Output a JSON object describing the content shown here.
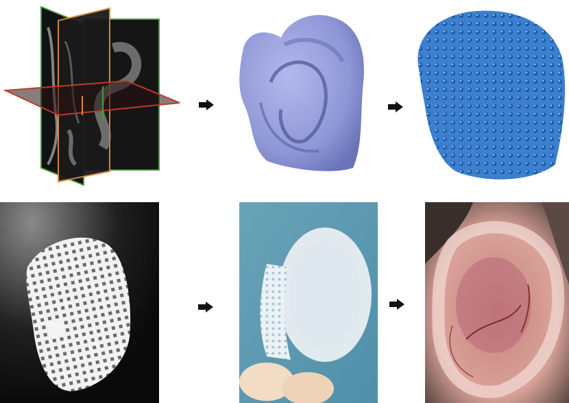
{
  "figure": {
    "panels": [
      {
        "id": "ct-scan-planes",
        "icon": "orthogonal-slice-planes"
      },
      {
        "id": "ear-3d-surface-model",
        "icon": "ear-model"
      },
      {
        "id": "ear-lattice-scaffold-model",
        "icon": "lattice-model"
      },
      {
        "id": "printed-white-scaffold-photo",
        "icon": "printed-scaffold"
      },
      {
        "id": "scaffold-held-in-fingers-photo",
        "icon": "handheld-scaffold"
      },
      {
        "id": "implanted-ear-photo",
        "icon": "reconstructed-ear"
      }
    ],
    "arrows": [
      "arrow-right",
      "arrow-right",
      "arrow-right",
      "arrow-right"
    ],
    "colors": {
      "surface_model": "#8e96d6",
      "lattice_model": "#3b7fd0",
      "ct_background": "#0c0c0c",
      "plane_red": "#c0392b",
      "plane_green": "#4a9a3a",
      "plane_orange": "#d98a3a",
      "scaffold_white": "#f2f2f2",
      "skin_pink": "#d9a39a"
    }
  }
}
